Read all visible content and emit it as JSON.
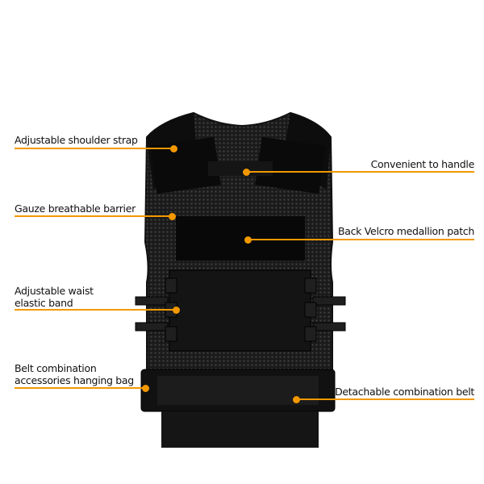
{
  "accent_color": "#f39800",
  "labels": {
    "shoulder": "Adjustable shoulder strap",
    "handle": "Convenient to handle",
    "gauze": "Gauze breathable barrier",
    "velcro": "Back Velcro medallion patch",
    "waist_1": "Adjustable waist",
    "waist_2": "elastic band",
    "bag_1": "Belt combination",
    "bag_2": "accessories hanging bag",
    "belt": "Detachable combination belt"
  }
}
